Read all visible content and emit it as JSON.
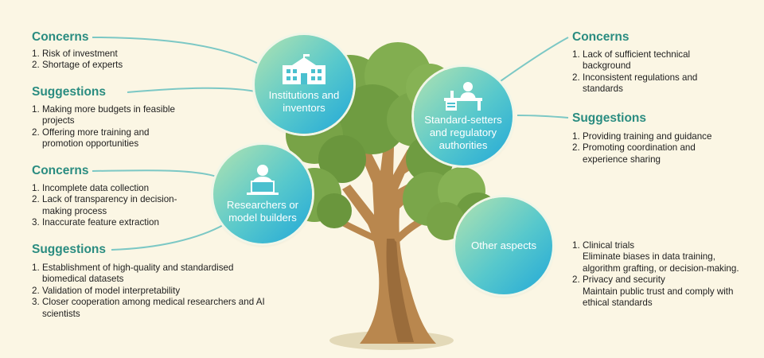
{
  "nodes": {
    "institutions": {
      "label": "Institutions and inventors",
      "icon": "building-icon",
      "concerns_title": "Concerns",
      "concerns": [
        "Risk of investment",
        "Shortage of experts"
      ],
      "suggestions_title": "Suggestions",
      "suggestions": [
        "Making more budgets in feasible projects",
        "Offering more training and promotion opportunities"
      ]
    },
    "standard_setters": {
      "label": "Standard-setters and regulatory authorities",
      "icon": "desk-person-icon",
      "concerns_title": "Concerns",
      "concerns": [
        "Lack of sufficient technical background",
        "Inconsistent regulations and standards"
      ],
      "suggestions_title": "Suggestions",
      "suggestions": [
        "Providing training and guidance",
        "Promoting coordination and experience sharing"
      ]
    },
    "researchers": {
      "label": "Researchers or model builders",
      "icon": "laptop-person-icon",
      "concerns_title": "Concerns",
      "concerns": [
        "Incomplete data collection",
        "Lack of transparency in decision-making process",
        "Inaccurate feature extraction"
      ],
      "suggestions_title": "Suggestions",
      "suggestions": [
        "Establishment of high-quality and standardised biomedical datasets",
        "Validation of model interpretability",
        "Closer cooperation among medical researchers and AI scientists"
      ]
    },
    "other": {
      "label": "Other aspects",
      "items": [
        {
          "title": "Clinical trials",
          "detail": "Eliminate biases in data training, algorithm grafting, or decision-making."
        },
        {
          "title": "Privacy and security",
          "detail": "Maintain public trust and comply with ethical standards"
        }
      ]
    }
  },
  "numbers": [
    "1.",
    "2.",
    "3."
  ],
  "colors": {
    "heading": "#2a8c80",
    "background": "#fbf6e4",
    "leaf": "#7aa64a",
    "trunk": "#b9874e"
  }
}
